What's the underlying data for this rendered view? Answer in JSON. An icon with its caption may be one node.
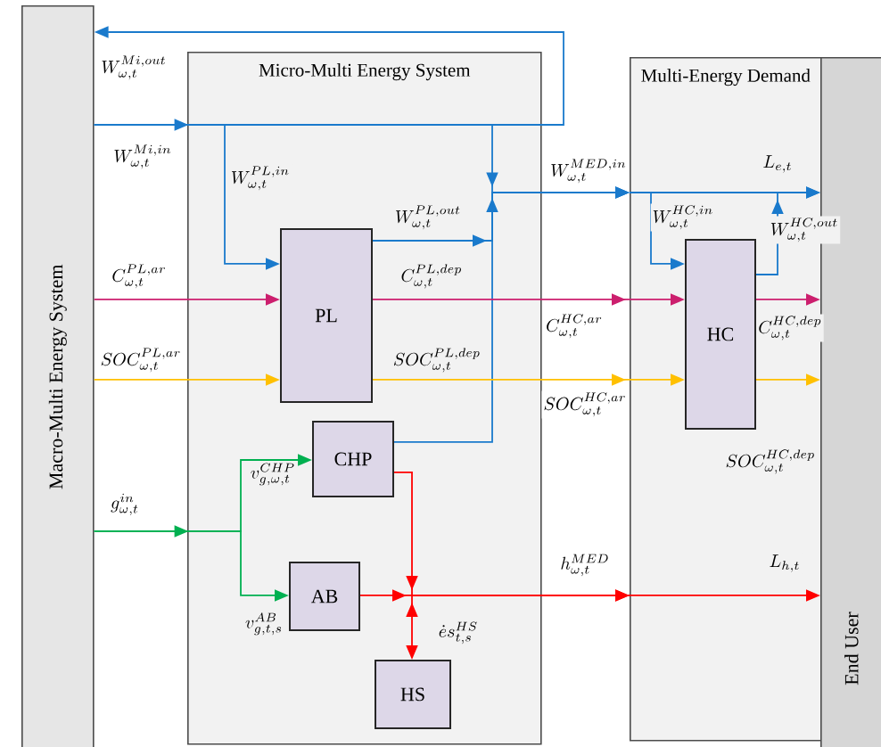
{
  "diagram": {
    "nodes": [
      {
        "text": [
          "Macro-Multi Energy System"
        ]
      },
      {
        "text": [
          "Micro-Multi Energy System"
        ]
      },
      {
        "text": [
          "Multi-Energy Demand"
        ]
      },
      {
        "text": [
          "End User"
        ]
      },
      {
        "text": [
          "PL"
        ],
        "in": 1
      },
      {
        "text": [
          "CHP"
        ],
        "in": 1,
        "beside": [
          "v_{g,\\omega,t}^{CHP}"
        ]
      },
      {
        "text": [
          "AB"
        ],
        "in": 1,
        "beside": [
          "v_{g,t,s}^{AB}"
        ]
      },
      {
        "text": [
          "HS"
        ],
        "in": 1
      },
      {
        "text": [
          "HC"
        ],
        "in": 2,
        "beside": [
          "C_{\\omega,t}^{HC,ar}",
          "SOC_{\\omega,t}^{HC,ar}"
        ]
      }
    ],
    "edges": [
      {
        "from": 0,
        "to": 2,
        "arrow": "to",
        "label": "W_{\\omega,t}^{Mi,in}",
        "color": "#1a7acc"
      },
      {
        "from": 0,
        "to": 4,
        "arrow": "to",
        "label": "W_{\\omega,t}^{PL,in}",
        "color": "#1a7acc"
      },
      {
        "from": 4,
        "to": 2,
        "arrow": "to",
        "label": "W_{\\omega,t}^{PL,out}",
        "color": "#1a7acc"
      },
      {
        "from": 5,
        "to": 2,
        "arrow": "to",
        "color": "#1a7acc"
      },
      {
        "from": null,
        "to": 0,
        "arrow": "to",
        "label": "W_{\\omega,t}^{Mi,out}",
        "color": "#1a7acc"
      },
      {
        "from": 2,
        "to": 3,
        "arrow": "to",
        "label": "L_{e,t}",
        "color": "#1a7acc"
      },
      {
        "from": 2,
        "to": 8,
        "arrow": "to",
        "label": "W_{\\omega,t}^{HC,in}",
        "color": "#1a7acc"
      },
      {
        "from": 8,
        "to": 3,
        "arrow": "to",
        "label": "W_{\\omega,t}^{HC,out}",
        "color": "#1a7acc"
      },
      {
        "from": 0,
        "to": 4,
        "arrow": "to",
        "label": "C_{\\omega,t}^{PL,ar}",
        "color": "#cc1f6e"
      },
      {
        "from": 4,
        "to": 8,
        "arrow": "to",
        "label": "C_{\\omega,t}^{PL,dep}",
        "color": "#cc1f6e"
      },
      {
        "from": 8,
        "to": 3,
        "arrow": "to",
        "label": "C_{\\omega,t}^{HC,dep}",
        "color": "#cc1f6e"
      },
      {
        "from": 0,
        "to": 4,
        "arrow": "to",
        "label": "SOC_{\\omega,t}^{PL,ar}",
        "color": "#ffc000"
      },
      {
        "from": 4,
        "to": 8,
        "arrow": "to",
        "label": "SOC_{\\omega,t}^{PL,dep}",
        "color": "#ffc000"
      },
      {
        "from": 8,
        "to": 3,
        "arrow": "to",
        "label": "SOC_{\\omega,t}^{HC,dep}",
        "color": "#ffc000"
      },
      {
        "from": 0,
        "to": 5,
        "arrow": "to",
        "label": "g_{\\omega,t}^{in}",
        "color": "#00b050"
      },
      {
        "from": 0,
        "to": 6,
        "arrow": "to",
        "color": "#00b050"
      },
      {
        "from": 5,
        "to": 2,
        "arrow": "to",
        "label": "h_{\\omega,t}^{MED}",
        "color": "#ff0000"
      },
      {
        "from": 6,
        "to": 2,
        "arrow": "to",
        "color": "#ff0000"
      },
      {
        "from": 2,
        "to": 7,
        "arrow": "to",
        "label": "\\dot{e}s_{t,s}^{HS}",
        "color": "#ff0000"
      },
      {
        "from": 2,
        "to": 3,
        "arrow": "to",
        "label": "L_{h,t}",
        "color": "#ff0000"
      }
    ],
    "labels": [
      "W_{\\omega,t}^{MED,in}"
    ]
  }
}
